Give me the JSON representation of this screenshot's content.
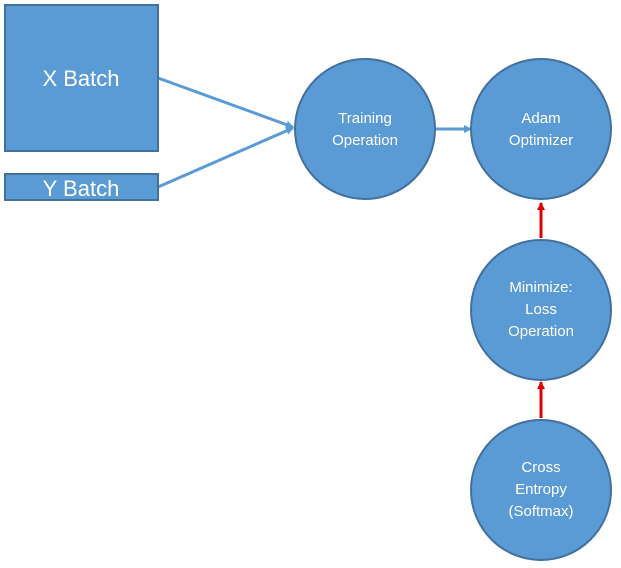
{
  "colors": {
    "node_fill": "#5b9bd5",
    "node_stroke": "#41719c",
    "edge_blue": "#5b9bd5",
    "edge_red": "#e00000",
    "text": "#ffffff"
  },
  "nodes": {
    "x_batch": {
      "label": "X Batch"
    },
    "y_batch": {
      "label": "Y Batch"
    },
    "training_operation": {
      "lines": [
        "Training",
        "Operation"
      ]
    },
    "adam_optimizer": {
      "lines": [
        "Adam",
        "Optimizer"
      ]
    },
    "minimize_loss": {
      "lines": [
        "Minimize:",
        "Loss",
        "Operation"
      ]
    },
    "cross_entropy": {
      "lines": [
        "Cross",
        "Entropy",
        "(Softmax)"
      ]
    }
  }
}
